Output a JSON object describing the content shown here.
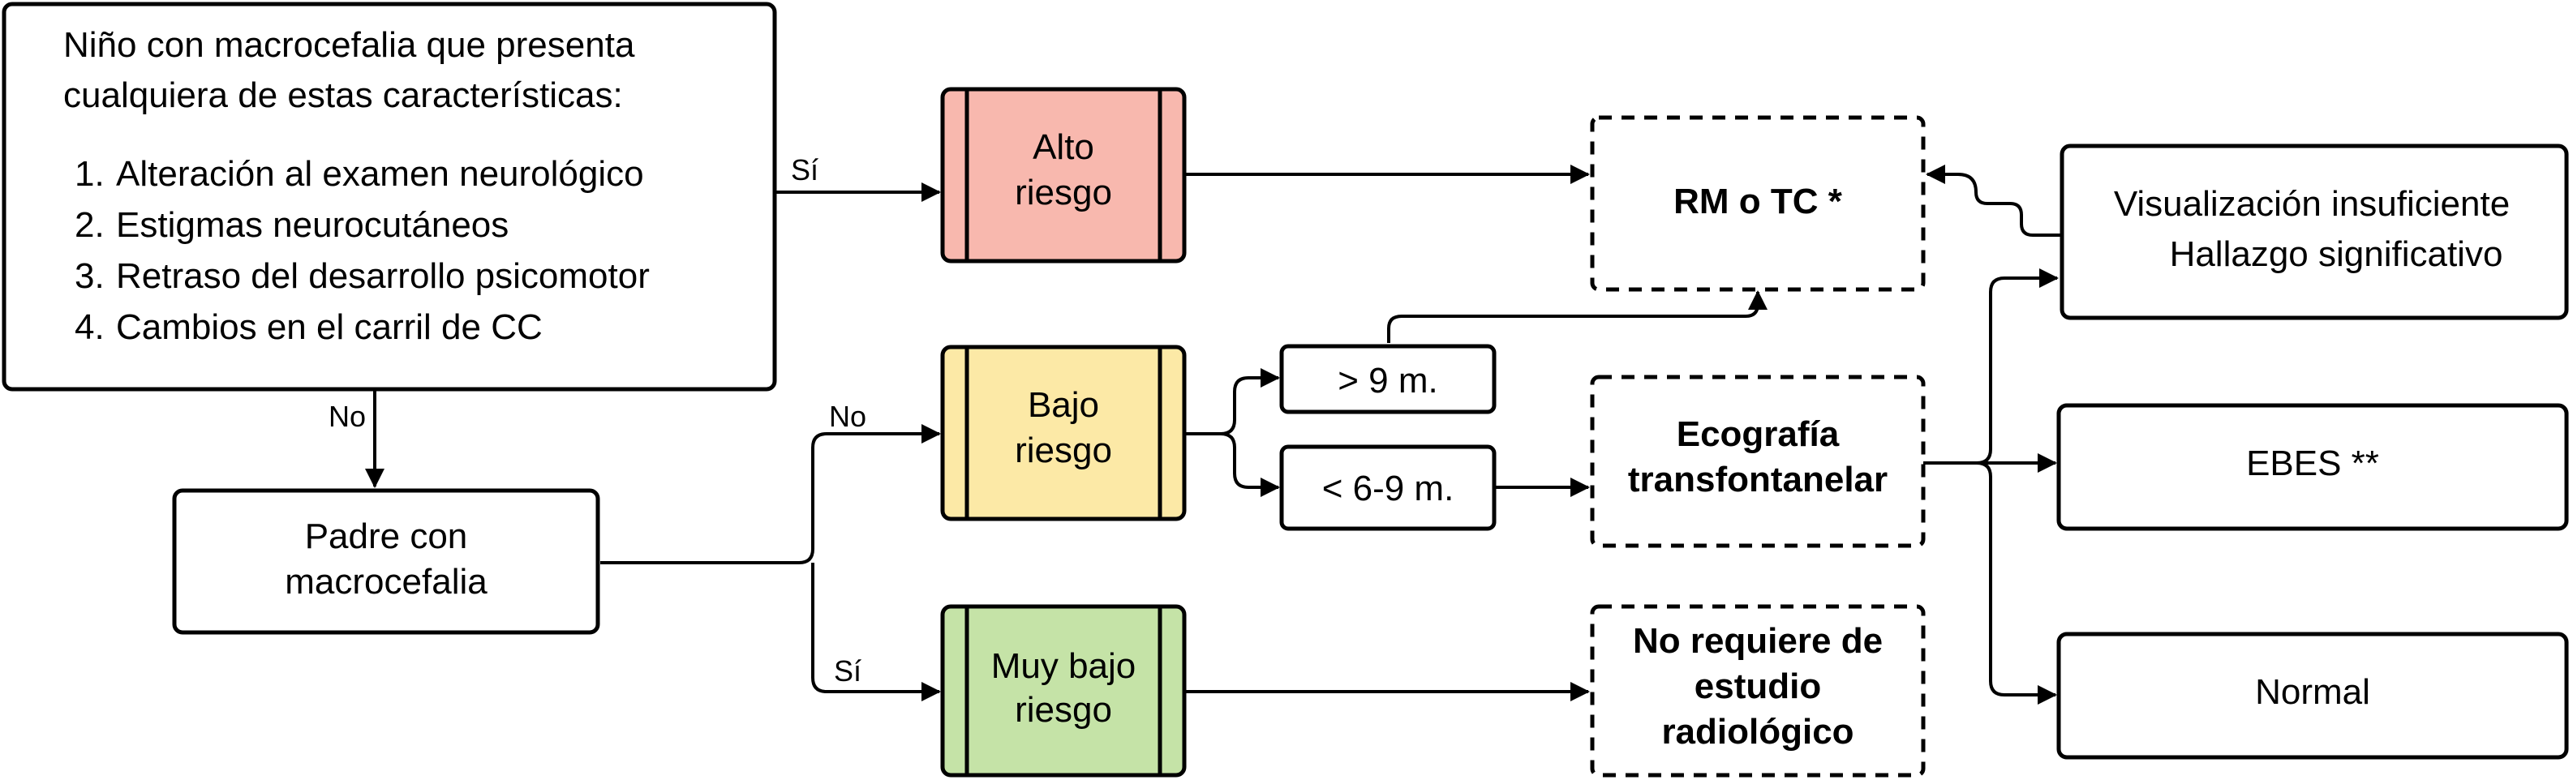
{
  "nodes": {
    "criteria": {
      "intro_1": "Niño con macrocefalia que presenta",
      "intro_2": "cualquiera de estas características:",
      "items": [
        "Alteración al examen neurológico",
        "Estigmas neurocutáneos",
        "Retraso del desarrollo psicomotor",
        "Cambios en el carril de CC"
      ]
    },
    "padre": {
      "line1": "Padre con",
      "line2": "macrocefalia"
    },
    "alto_riesgo": {
      "line1": "Alto",
      "line2": "riesgo",
      "color": "#f8b8ae"
    },
    "bajo_riesgo": {
      "line1": "Bajo",
      "line2": "riesgo",
      "color": "#fce9a6"
    },
    "muy_bajo_riesgo": {
      "line1": "Muy bajo",
      "line2": "riesgo",
      "color": "#c5e3a7"
    },
    "mayor_9m": {
      "text": "> 9 m."
    },
    "menor_6_9m": {
      "text": "< 6-9 m."
    },
    "rm_tc": {
      "text": "RM o TC *"
    },
    "ecografia": {
      "line1": "Ecografía",
      "line2": "transfontanelar"
    },
    "no_requiere": {
      "line1": "No requiere de",
      "line2": "estudio",
      "line3": "radiológico"
    },
    "visualizacion": {
      "line1": "Visualización insuficiente",
      "line2": "Hallazgo significativo"
    },
    "ebes": {
      "text": "EBES **"
    },
    "normal": {
      "text": "Normal"
    }
  },
  "edge_labels": {
    "si_top": "Sí",
    "no_down": "No",
    "no_branch": "No",
    "si_branch": "Sí"
  }
}
